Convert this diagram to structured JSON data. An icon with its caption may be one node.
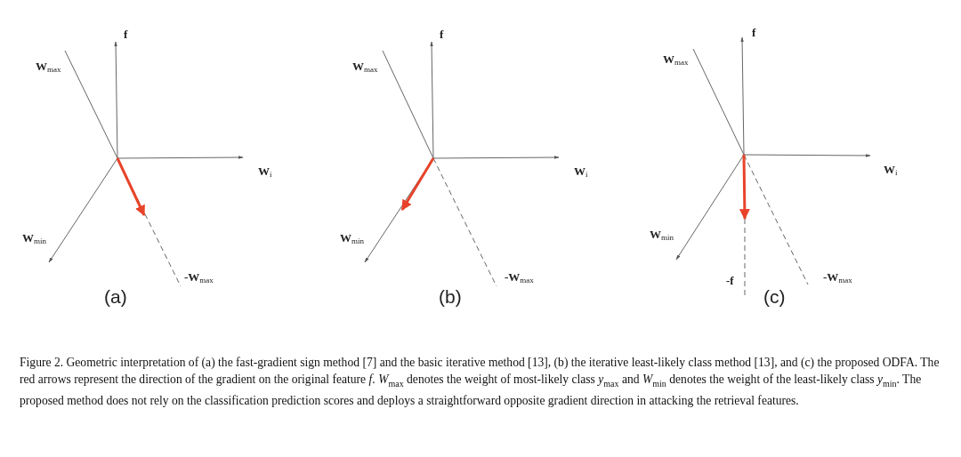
{
  "diagram": {
    "caption": "Figure 2. Geometric interpretation of (a) the fast-gradient sign method [7] and the basic iterative method [13], (b) the iterative least-likely class method [13], and (c) the proposed ODFA. The red arrows represent the direction of the gradient on the original feature *f*. *W*$_{max}$ denotes the weight of most-likely class *y*$_{max}$ and *W*$_{min}$ denotes the weight of the least-likely class *y*$_{min}$. The proposed method does not rely on the classification prediction scores and deploys a straightforward opposite gradient direction in attacking the retrieval features.",
    "labels": [
      "f",
      "W$_{max}$",
      "W$_{i}$",
      "W$_{min}$",
      "-W$_{max}$",
      "(a)",
      "f",
      "W$_{max}$",
      "W$_{i}$",
      "W$_{min}$",
      "-W$_{max}$",
      "(b)",
      "f",
      "W$_{max}$",
      "W$_{i}$",
      "W$_{min}$",
      "-f",
      "-W$_{max}$",
      "(c)"
    ]
  }
}
